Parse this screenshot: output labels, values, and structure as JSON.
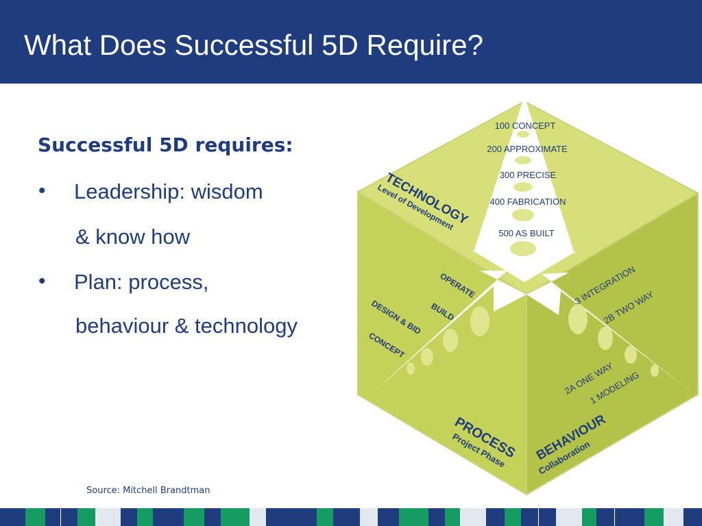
{
  "header": {
    "title": "What Does Successful 5D Require?"
  },
  "content": {
    "heading": "Successful 5D requires:",
    "bullets": [
      {
        "line1": "Leadership: wisdom",
        "line2": "& know how"
      },
      {
        "line1": "Plan: process,",
        "line2": "behaviour & technology"
      }
    ],
    "source": "Source: Mitchell Brandtman"
  },
  "cube": {
    "technology": {
      "title": "TECHNOLOGY",
      "subtitle": "Level of Development",
      "levels": [
        "100 CONCEPT",
        "200 APPROXIMATE",
        "300 PRECISE",
        "400 FABRICATION",
        "500 AS BUILT"
      ]
    },
    "process": {
      "title": "PROCESS",
      "subtitle": "Project Phase",
      "stages": [
        "CONCEPT",
        "DESIGN & BID",
        "BUILD",
        "OPERATE"
      ]
    },
    "behaviour": {
      "title": "BEHAVIOUR",
      "subtitle": "Collaboration",
      "levels": [
        "1 MODELING",
        "2A ONE WAY",
        "2B TWO WAY",
        "3 INTEGRATION"
      ]
    },
    "colors": {
      "face_top": "#d6df78",
      "face_left": "#c4d25a",
      "face_right": "#b3c34a",
      "arrow": "#ffffff",
      "dot": "#dfe68f",
      "text": "#1f3c7f"
    }
  },
  "footer": {
    "colors": {
      "navy": "#1f3c7f",
      "green": "#169b62",
      "light": "#e3e8ee"
    }
  }
}
